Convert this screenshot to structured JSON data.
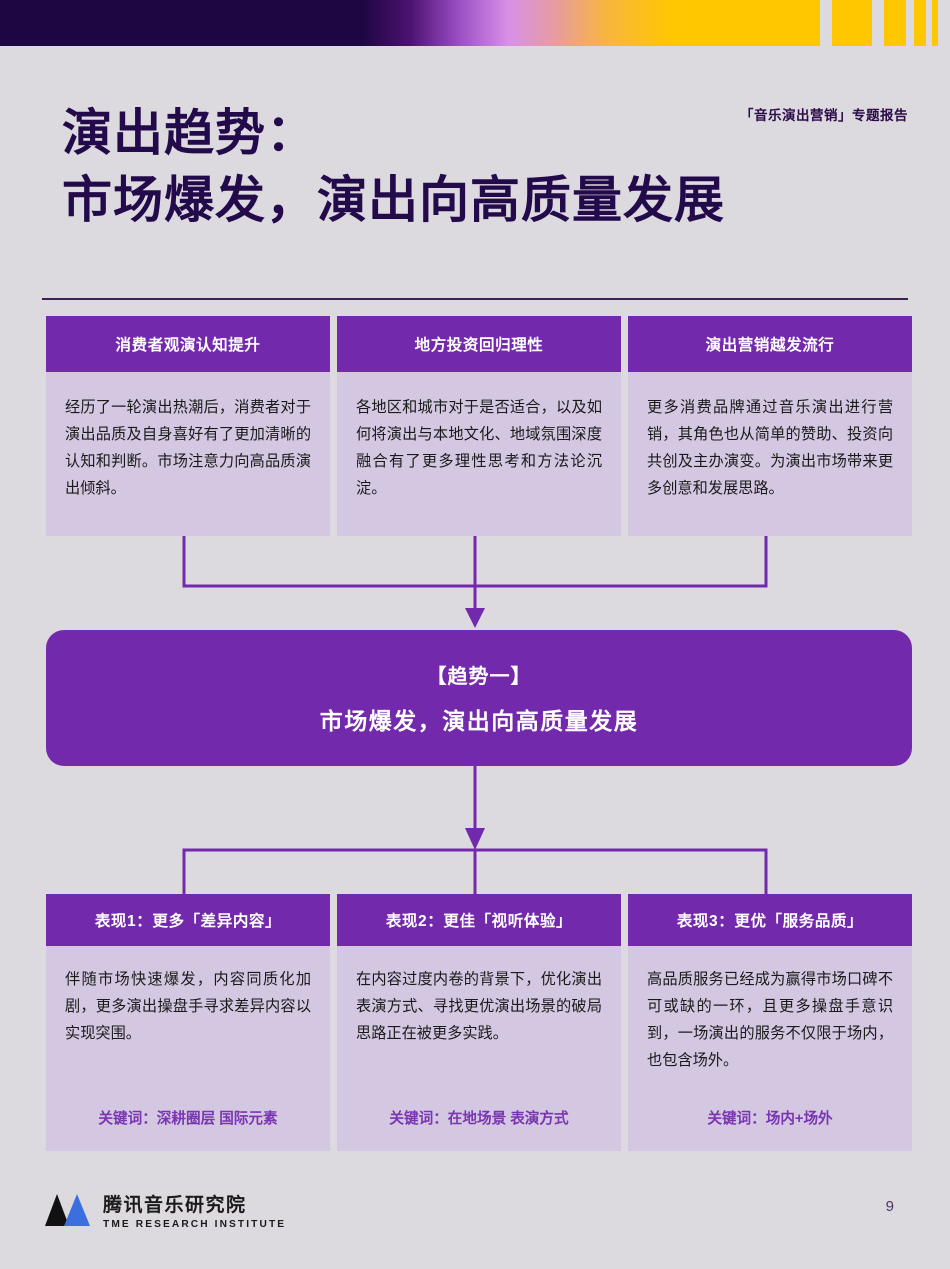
{
  "header": {
    "kicker": "「音乐演出营销」专题报告",
    "title": "演出趋势：\n市场爆发，演出向高质量发展"
  },
  "theme": {
    "purple": "#7329AC",
    "card_body": "#D4C7E2",
    "page_bg": "#DCDADF",
    "title_color": "#230A4A",
    "keyword_color": "#7A35B0",
    "accent_yellow": "#FFC700",
    "logo_blue": "#3B6FE0"
  },
  "top_cards": [
    {
      "title": "消费者观演认知提升",
      "body": "经历了一轮演出热潮后，消费者对于演出品质及自身喜好有了更加清晰的认知和判断。市场注意力向高品质演出倾斜。"
    },
    {
      "title": "地方投资回归理性",
      "body": "各地区和城市对于是否适合，以及如何将演出与本地文化、地域氛围深度融合有了更多理性思考和方法论沉淀。"
    },
    {
      "title": "演出营销越发流行",
      "body": "更多消费品牌通过音乐演出进行营销，其角色也从简单的赞助、投资向共创及主办演变。为演出市场带来更多创意和发展思路。"
    }
  ],
  "trend_box": {
    "label": "【趋势一】",
    "text": "市场爆发，演出向高质量发展"
  },
  "bottom_cards": [
    {
      "title": "表现1：更多「差异内容」",
      "body": "伴随市场快速爆发，内容同质化加剧，更多演出操盘手寻求差异内容以实现突围。",
      "keyword": "关键词：深耕圈层 国际元素"
    },
    {
      "title": "表现2：更佳「视听体验」",
      "body": "在内容过度内卷的背景下，优化演出表演方式、寻找更优演出场景的破局思路正在被更多实践。",
      "keyword": "关键词：在地场景 表演方式"
    },
    {
      "title": "表现3：更优「服务品质」",
      "body": "高品质服务已经成为赢得市场口碑不可或缺的一环，且更多操盘手意识到，一场演出的服务不仅限于场内，也包含场外。",
      "keyword": "关键词：场内+场外"
    }
  ],
  "footer": {
    "logo_cn": "腾讯音乐研究院",
    "logo_en": "TME RESEARCH INSTITUTE",
    "page_number": "9"
  }
}
